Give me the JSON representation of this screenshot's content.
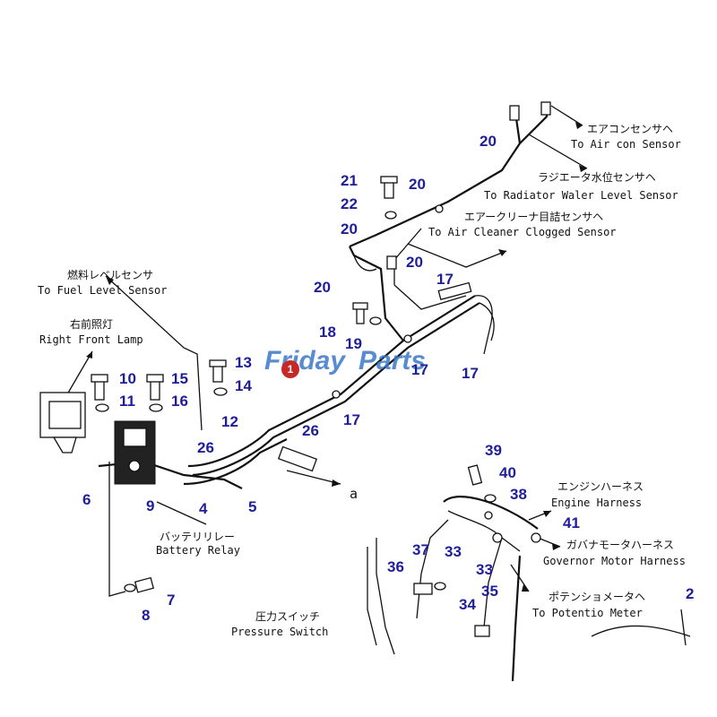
{
  "watermark": {
    "brand_part1": "Friday",
    "brand_part2": "Parts",
    "colors": {
      "part1": "#3b78c8",
      "part2": "#3b78c8",
      "accent": "#e8a030"
    }
  },
  "callout": {
    "number": "1",
    "color": "#c62828"
  },
  "part_numbers": [
    "20",
    "21",
    "20",
    "22",
    "20",
    "20",
    "20",
    "17",
    "18",
    "19",
    "17",
    "17",
    "17",
    "13",
    "14",
    "10",
    "15",
    "11",
    "16",
    "12",
    "26",
    "26",
    "6",
    "9",
    "4",
    "5",
    "7",
    "8",
    "39",
    "40",
    "38",
    "41",
    "37",
    "33",
    "33",
    "36",
    "35",
    "34",
    "2"
  ],
  "labels": {
    "air_con_jp": "エアコンセンサヘ",
    "air_con_en": "To Air con Sensor",
    "radiator_jp": "ラジエータ水位センサヘ",
    "radiator_en": "To Radiator Waler Level Sensor",
    "air_cleaner_jp": "エアークリーナ目詰センサヘ",
    "air_cleaner_en": "To Air Cleaner Clogged Sensor",
    "fuel_jp": "燃料レベルセンサ",
    "fuel_en": "To Fuel Level Sensor",
    "lamp_jp": "右前照灯",
    "lamp_en": "Right Front Lamp",
    "relay_jp": "バッテリリレー",
    "relay_en": "Battery Relay",
    "engine_jp": "エンジンハーネス",
    "engine_en": "Engine Harness",
    "governor_jp": "ガバナモータハーネス",
    "governor_en": "Governor Motor Harness",
    "potentio_jp": "ポテンショメータヘ",
    "potentio_en": "To Potentio Meter",
    "pressure_jp": "圧力スイッチ",
    "pressure_en": "Pressure Switch",
    "ref_a": "a"
  }
}
